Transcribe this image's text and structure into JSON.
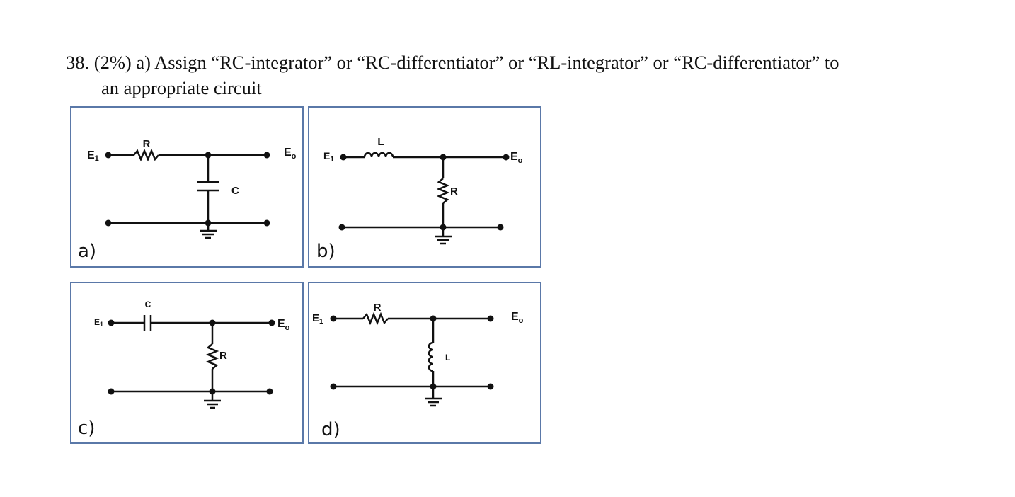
{
  "question": {
    "line1": "38. (2%) a) Assign “RC-integrator” or “RC-differentiator” or “RL-integrator” or “RC-differentiator” to",
    "line2": "an appropriate circuit"
  },
  "circuits": {
    "a": {
      "label": "a)",
      "input": "E",
      "input_sub": "1",
      "output": "E",
      "output_sub": "o",
      "series": "R",
      "shunt": "C"
    },
    "b": {
      "label": "b)",
      "input": "E",
      "input_sub": "1",
      "output": "E",
      "output_sub": "o",
      "series": "L",
      "shunt": "R"
    },
    "c": {
      "label": "c)",
      "input": "E",
      "input_sub": "1",
      "output": "E",
      "output_sub": "o",
      "series": "C",
      "shunt": "R"
    },
    "d": {
      "label": "d)",
      "input": "E",
      "input_sub": "1",
      "output": "E",
      "output_sub": "o",
      "series": "R",
      "shunt": "L"
    }
  },
  "colors": {
    "border": "#5a78a8",
    "ink": "#111111"
  }
}
